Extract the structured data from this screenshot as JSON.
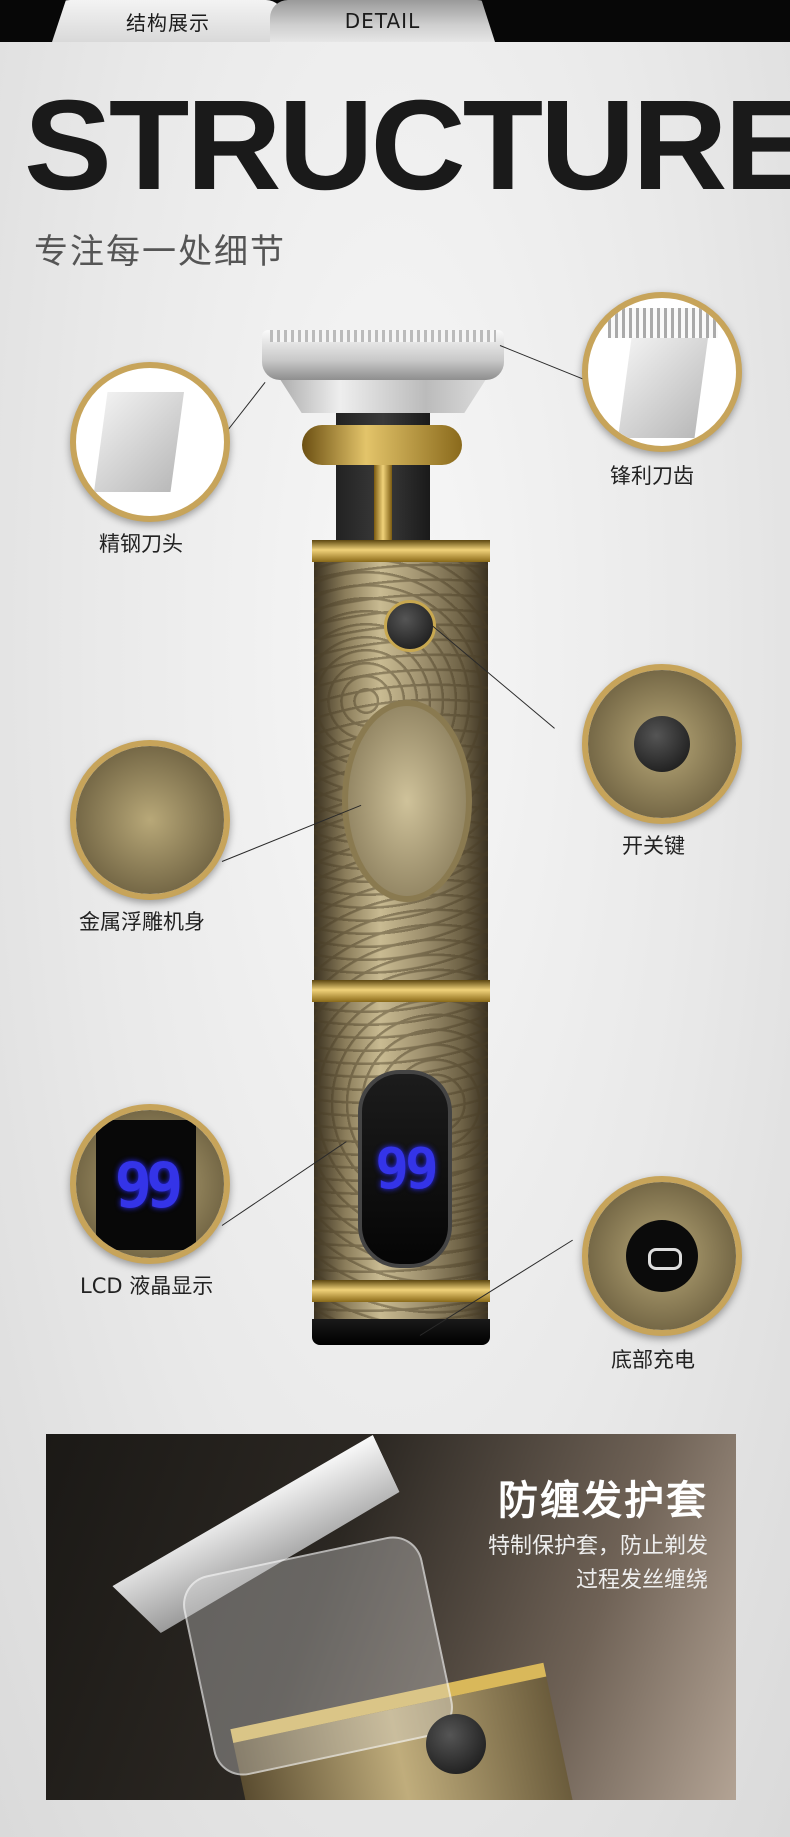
{
  "tabs": [
    {
      "label": "结构展示"
    },
    {
      "label": "DETAIL"
    }
  ],
  "header": {
    "title": "STRUCTURE",
    "subtitle": "专注每一处细节"
  },
  "product": {
    "lcd_reading": "99"
  },
  "callouts": {
    "steel_head": "精钢刀头",
    "sharp_teeth": "锋利刀齿",
    "power_switch": "开关键",
    "metal_relief_body": "金属浮雕机身",
    "lcd_display": "LCD 液晶显示",
    "bottom_charging": "底部充电",
    "lcd_mini_reading": "99"
  },
  "feature_panel": {
    "title": "防缠发护套",
    "description_line1": "特制保护套，防止剃发",
    "description_line2": "过程发丝缠绕"
  },
  "colors": {
    "accent_gold": "#c7a45a",
    "lcd_blue": "#3434e8",
    "title_dark": "#1a1a1a"
  }
}
